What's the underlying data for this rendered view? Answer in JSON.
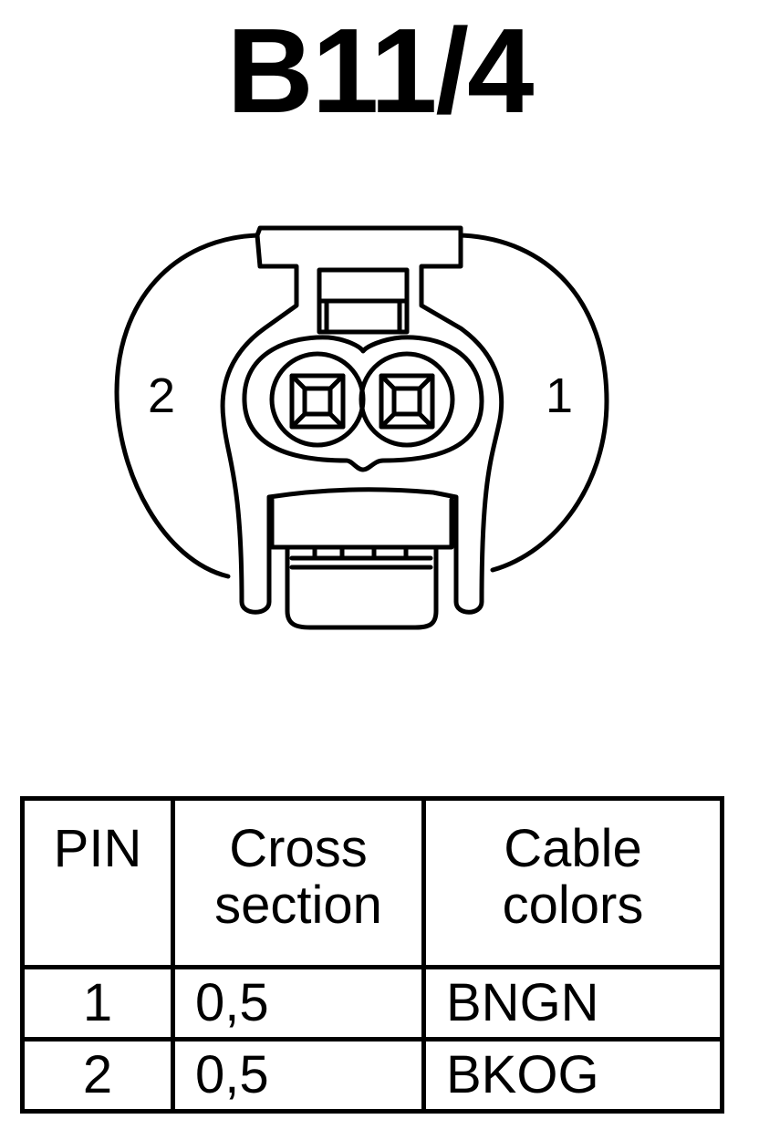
{
  "title": "B11/4",
  "connector": {
    "pin_labels": {
      "left": "2",
      "right": "1"
    }
  },
  "table": {
    "headers": {
      "pin": "PIN",
      "cross_section_line1": "Cross",
      "cross_section_line2": "section",
      "cable_colors_line1": "Cable",
      "cable_colors_line2": "colors"
    },
    "rows": [
      {
        "pin": "1",
        "cross_section": "0,5",
        "cable_color": "BNGN"
      },
      {
        "pin": "2",
        "cross_section": "0,5",
        "cable_color": "BKOG"
      }
    ]
  }
}
